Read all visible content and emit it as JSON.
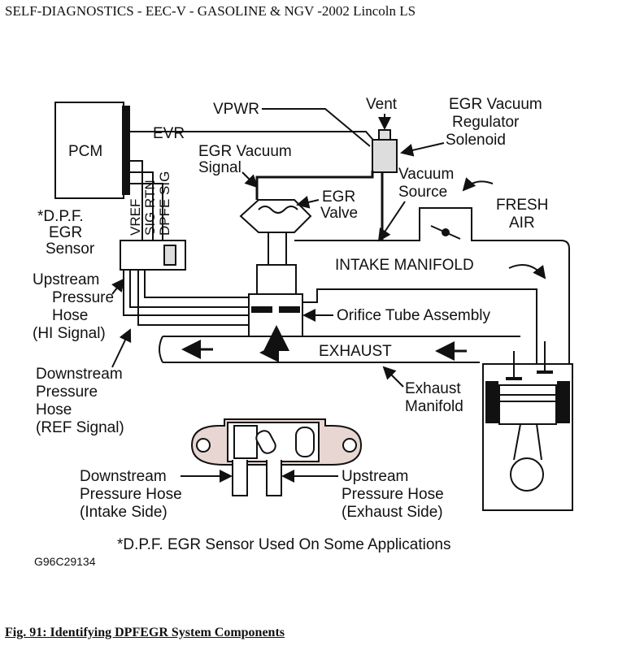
{
  "header": {
    "title": "SELF-DIAGNOSTICS - EEC-V - GASOLINE & NGV -2002 Lincoln LS"
  },
  "diagram": {
    "labels": {
      "pcm": "PCM",
      "vpwr": "VPWR",
      "vent": "Vent",
      "evr_regulator_1": "EGR Vacuum",
      "evr_regulator_2": "Regulator",
      "evr_regulator_3": "Solenoid",
      "evr": "EVR",
      "egr_vac_signal_1": "EGR Vacuum",
      "egr_vac_signal_2": "Signal",
      "egr_valve_1": "EGR",
      "egr_valve_2": "Valve",
      "vac_source_1": "Vacuum",
      "vac_source_2": "Source",
      "fresh_air_1": "FRESH",
      "fresh_air_2": "AIR",
      "dpf_1": "*D.P.F.",
      "dpf_2": "EGR",
      "dpf_3": "Sensor",
      "vref": "VREF",
      "sig_rtn": "SIG RTN",
      "dpfe_sig": "DPFE SIG",
      "intake_manifold": "INTAKE MANIFOLD",
      "upstream_1": "Upstream",
      "upstream_2": "Pressure",
      "upstream_3": "Hose",
      "upstream_4": "(HI Signal)",
      "orifice": "Orifice Tube Assembly",
      "exhaust": "EXHAUST",
      "downstream_1": "Downstream",
      "downstream_2": "Pressure",
      "downstream_3": "Hose",
      "downstream_4": "(REF Signal)",
      "exh_manifold_1": "Exhaust",
      "exh_manifold_2": "Manifold",
      "ds_intake_1": "Downstream",
      "ds_intake_2": "Pressure Hose",
      "ds_intake_3": "(Intake Side)",
      "us_exhaust_1": "Upstream",
      "us_exhaust_2": "Pressure Hose",
      "us_exhaust_3": "(Exhaust Side)",
      "footnote": "*D.P.F. EGR Sensor Used On Some Applications",
      "fig_code": "G96C29134"
    }
  },
  "caption": {
    "text": "Fig. 91: Identifying DPFEGR System Components"
  }
}
